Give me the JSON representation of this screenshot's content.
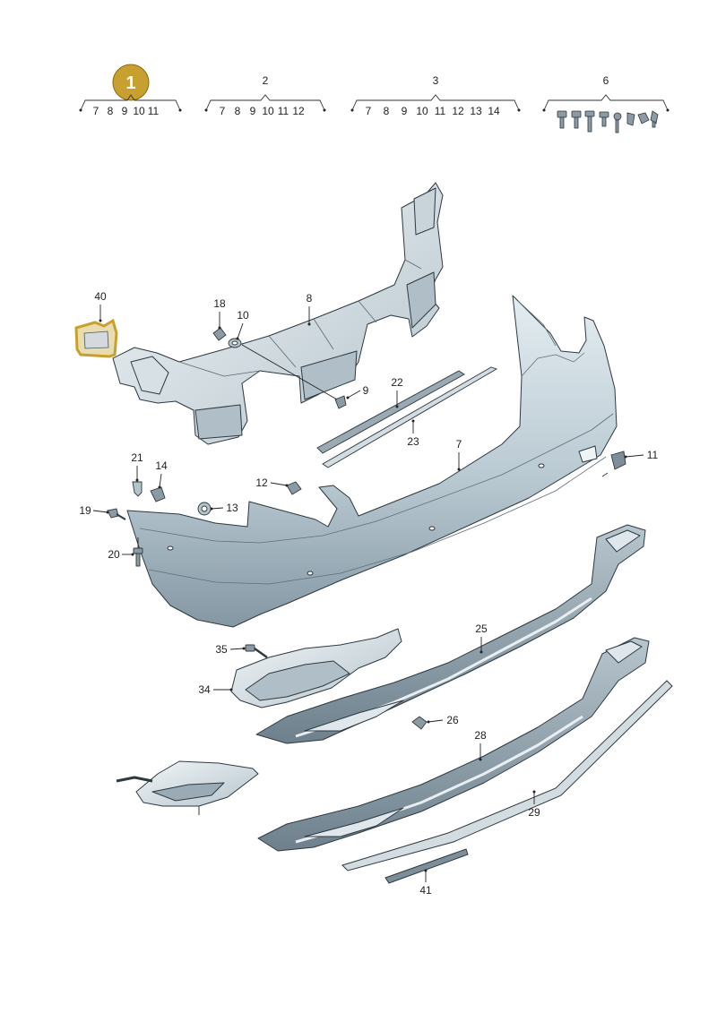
{
  "header_groups": [
    {
      "label": "1",
      "highlighted": true,
      "items": [
        "7",
        "8",
        "9",
        "10",
        "11"
      ]
    },
    {
      "label": "2",
      "highlighted": false,
      "items": [
        "7",
        "8",
        "9",
        "10",
        "11",
        "12"
      ]
    },
    {
      "label": "3",
      "highlighted": false,
      "items": [
        "7",
        "8",
        "9",
        "10",
        "11",
        "12",
        "13",
        "14"
      ]
    },
    {
      "label": "6",
      "highlighted": false,
      "items": []
    }
  ],
  "callouts": [
    "40",
    "18",
    "10",
    "8",
    "9",
    "22",
    "23",
    "7",
    "11",
    "21",
    "14",
    "12",
    "13",
    "19",
    "20",
    "25",
    "35",
    "34",
    "26",
    "28",
    "29",
    "41"
  ],
  "colors": {
    "highlight": "#c8a030",
    "highlight_border": "#8a6a10",
    "part_fill": "#c9d6de",
    "part_dark": "#7d8f9a",
    "part_stroke": "#3a4650"
  }
}
